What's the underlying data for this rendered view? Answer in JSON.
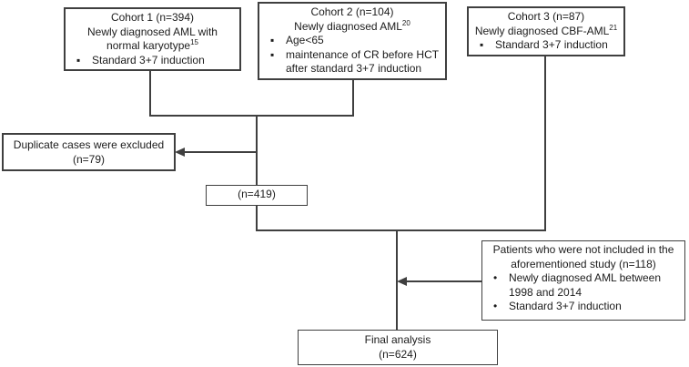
{
  "colors": {
    "background": "#ffffff",
    "box_border": "#3f3f3f",
    "connector_line": "#3f3f3f",
    "text": "#1c1c1c"
  },
  "glyphs": {
    "square_bullet": "▪",
    "round_bullet": "•"
  },
  "diagram": {
    "cohort1": {
      "title": "Cohort 1 (n=394)",
      "desc_line1": "Newly diagnosed AML with",
      "desc_line2": "normal karyotype",
      "desc_sup": "15",
      "bullets": [
        [
          "Standard 3+7 induction"
        ]
      ]
    },
    "cohort2": {
      "title": "Cohort 2 (n=104)",
      "desc_line1": "Newly diagnosed AML",
      "desc_sup": "20",
      "bullets": [
        [
          "Age<65"
        ],
        [
          "maintenance of CR before HCT",
          "after standard 3+7 induction"
        ]
      ]
    },
    "cohort3": {
      "title": "Cohort 3 (n=87)",
      "desc_line1": "Newly diagnosed CBF-AML",
      "desc_sup": "21",
      "bullets": [
        [
          "Standard 3+7 induction"
        ]
      ]
    },
    "excluded": {
      "line1": "Duplicate cases were excluded",
      "line2": "(n=79)"
    },
    "merged": {
      "label": "(n=419)"
    },
    "not_included": {
      "line1": "Patients who were not included in the",
      "line2": "aforementioned study (n=118)",
      "bullets": [
        [
          "Newly diagnosed AML between",
          "1998 and 2014"
        ],
        [
          "Standard 3+7 induction"
        ]
      ]
    },
    "final": {
      "line1": "Final analysis",
      "line2": "(n=624)"
    }
  }
}
